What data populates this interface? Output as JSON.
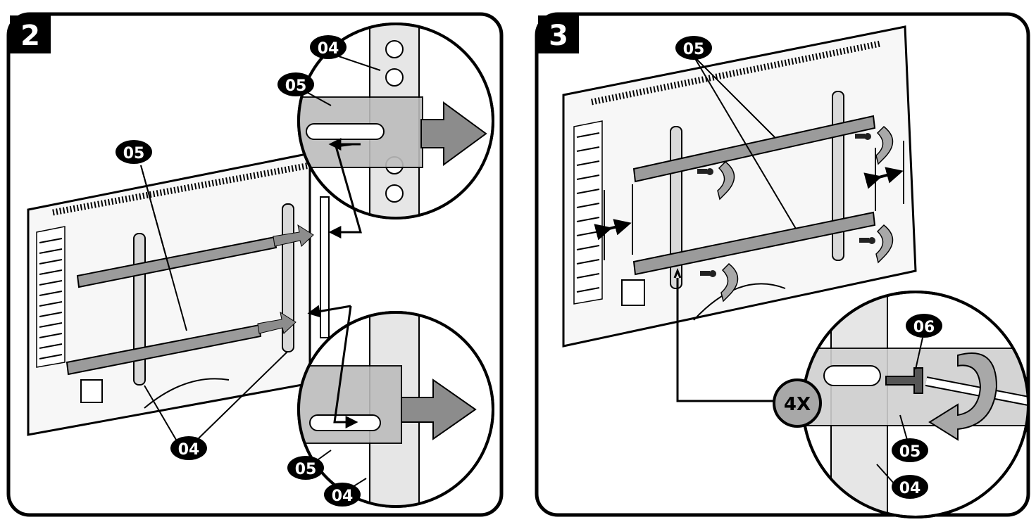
{
  "panels": [
    {
      "step": "2",
      "callouts": {
        "zoom_top_upright": "04",
        "zoom_top_bracket": "05",
        "bracket_upper": "05",
        "uprights": "04",
        "zoom_bottom_bracket": "05",
        "zoom_bottom_upright": "04"
      }
    },
    {
      "step": "3",
      "callouts": {
        "brackets": "05",
        "screw": "06",
        "quantity": "4X",
        "zoom_bracket": "05",
        "zoom_upright": "04"
      }
    }
  ],
  "colors": {
    "ink": "#000000",
    "paper": "#ffffff",
    "metal": "#d9d9d9",
    "bar": "#9b9b9b",
    "arrow": "#8c8c8c",
    "quantity_badge": "#a8a8a8"
  }
}
